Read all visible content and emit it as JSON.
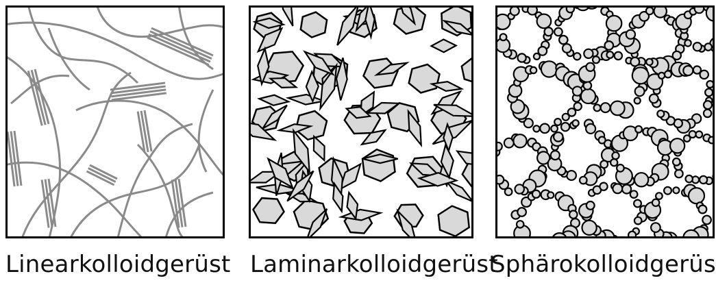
{
  "panels": [
    {
      "caption": "Linearkolloidgerüst"
    },
    {
      "caption": "Laminarkolloidgerüst"
    },
    {
      "caption": "Sphärokolloidgerüst"
    }
  ],
  "colors": {
    "line": "#8a8a8a",
    "fill": "#d9d9d9",
    "stroke": "#000000"
  }
}
